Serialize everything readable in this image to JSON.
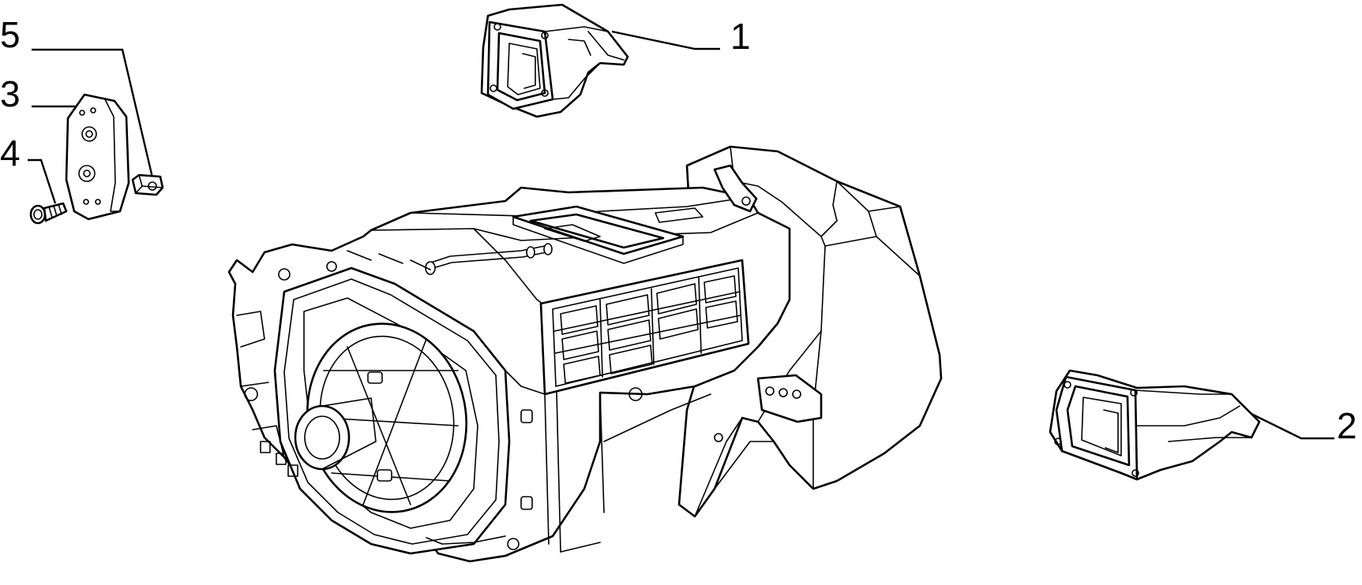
{
  "callouts": [
    {
      "num": "1",
      "part": "upper-duct-outlet"
    },
    {
      "num": "2",
      "part": "side-duct-outlet"
    },
    {
      "num": "3",
      "part": "mounting-plate"
    },
    {
      "num": "4",
      "part": "screw"
    },
    {
      "num": "5",
      "part": "clip-nut"
    }
  ],
  "colors": {
    "line": "#000000",
    "background": "#ffffff"
  }
}
